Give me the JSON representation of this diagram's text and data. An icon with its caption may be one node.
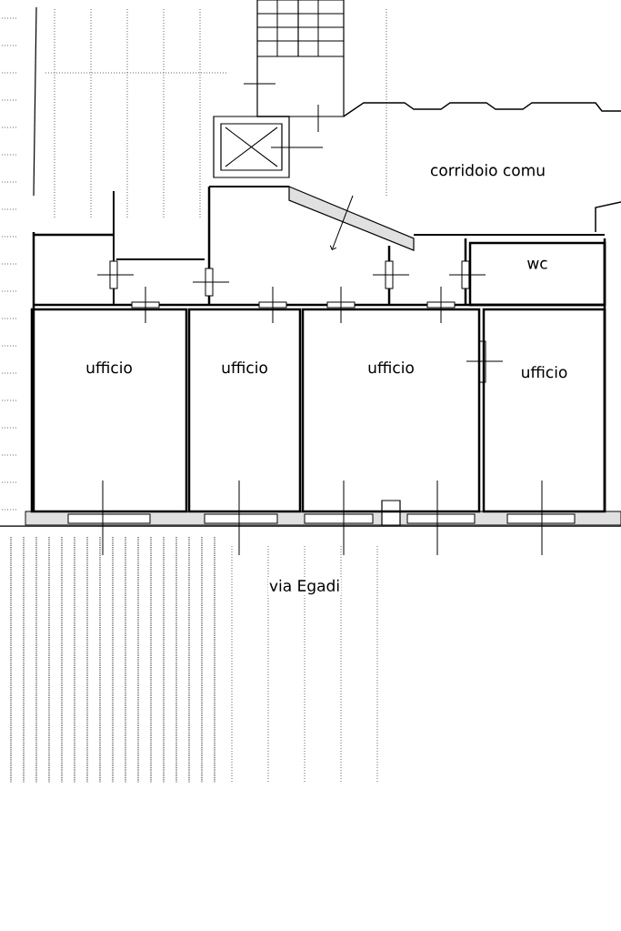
{
  "diagram": {
    "nodes": [
      {
        "text": [
          "corridoio comu"
        ]
      },
      {
        "text": [
          "wc"
        ]
      },
      {
        "text": [
          "ufficio"
        ]
      },
      {
        "text": [
          "ufficio"
        ]
      },
      {
        "text": [
          "ufficio"
        ]
      },
      {
        "text": [
          "ufficio"
        ]
      }
    ],
    "edges": [],
    "labels": [
      "via Egadi"
    ]
  }
}
